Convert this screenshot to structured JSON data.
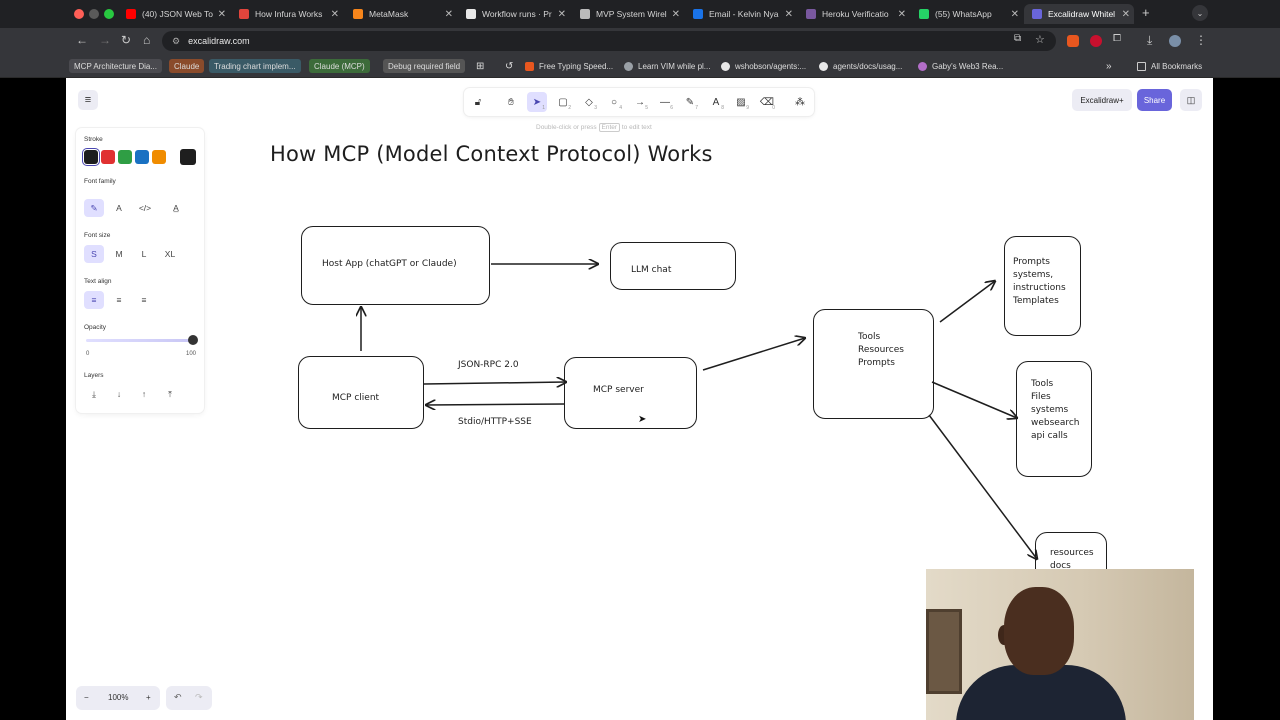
{
  "browser": {
    "tabs": [
      {
        "label": "(40) JSON Web To",
        "color": "#ff0000"
      },
      {
        "label": "How Infura Works",
        "color": "#e2453c"
      },
      {
        "label": "MetaMask",
        "color": "#f6851b"
      },
      {
        "label": "Workflow runs · Pr",
        "color": "#e8e8e8"
      },
      {
        "label": "MVP System Wirel",
        "color": "#bbbbbb"
      },
      {
        "label": "Email - Kelvin Nya",
        "color": "#1a73e8"
      },
      {
        "label": "Heroku Verificatio",
        "color": "#79589f"
      },
      {
        "label": "(55) WhatsApp",
        "color": "#25d366"
      },
      {
        "label": "Excalidraw Whitel",
        "color": "#6965db"
      }
    ],
    "url": "excalidraw.com",
    "bookmarks": [
      "MCP Architecture Dia...",
      "Claude",
      "Trading chart implem...",
      "Claude (MCP)",
      "Debug required field",
      "Free Typing Speed...",
      "Learn VIM while pl...",
      "wshobson/agents:...",
      "agents/docs/usag...",
      "Gaby's Web3 Rea..."
    ],
    "all_bookmarks": "All Bookmarks"
  },
  "toolbar": {
    "hint_prefix": "Double-click or press",
    "hint_key": "Enter",
    "hint_suffix": "to edit text",
    "library_label": "Excalidraw+",
    "share_label": "Share"
  },
  "props": {
    "stroke_label": "Stroke",
    "stroke_colors": [
      "#1e1e1e",
      "#e03131",
      "#2f9e44",
      "#1971c2",
      "#f08c00"
    ],
    "current_stroke": "#1e1e1e",
    "font_family_label": "Font family",
    "font_size_label": "Font size",
    "font_sizes": [
      "S",
      "M",
      "L",
      "XL"
    ],
    "text_align_label": "Text align",
    "opacity_label": "Opacity",
    "opacity_min": "0",
    "opacity_max": "100",
    "opacity_value": 100,
    "layers_label": "Layers"
  },
  "footer": {
    "zoom": "100%"
  },
  "canvas": {
    "title": "How MCP (Model Context Protocol) Works",
    "nodes": {
      "host": "Host App (chatGPT or Claude)",
      "llm": "LLM chat",
      "client": "MCP client",
      "server": "MCP server",
      "tools": "Tools\nResources\nPrompts",
      "prompts": "Prompts\nsystems,\ninstructions\nTemplates",
      "files": "Tools\nFiles\nsystems\nwebsearch\napi calls",
      "resources": "resources\ndocs"
    },
    "edges": {
      "jsonrpc": "JSON-RPC 2.0",
      "transport": "Stdio/HTTP+SSE"
    }
  }
}
